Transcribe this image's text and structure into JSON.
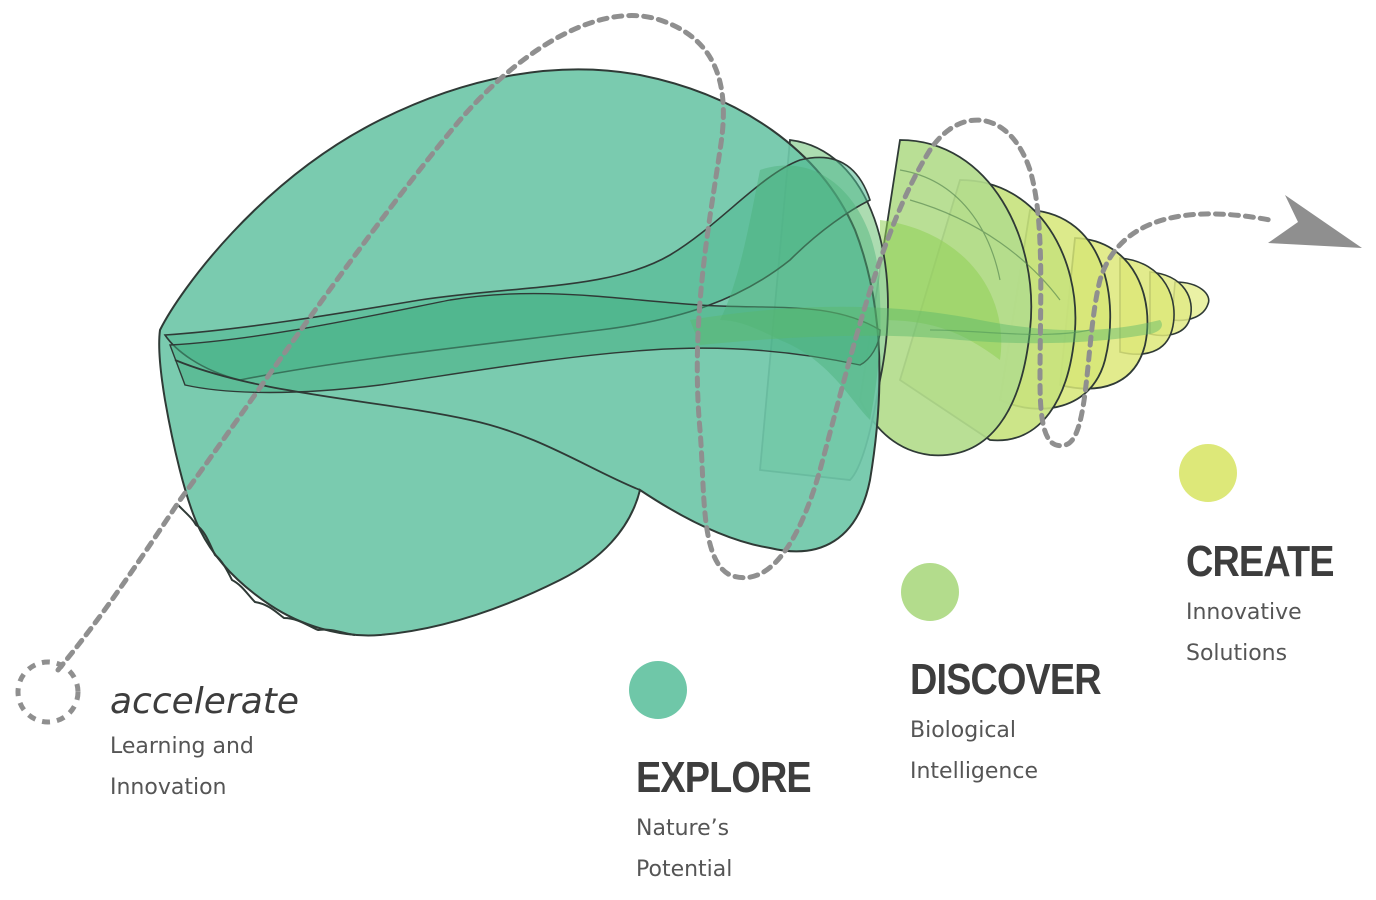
{
  "stages": [
    {
      "heading": "accelerate",
      "sub1": "Learning and",
      "sub2": "Innovation",
      "color": "#ffffff"
    },
    {
      "heading": "EXPLORE",
      "sub1": "Nature’s",
      "sub2": "Potential",
      "color": "#6fc7a8"
    },
    {
      "heading": "DISCOVER",
      "sub1": "Biological",
      "sub2": "Intelligence",
      "color": "#b3dc8c"
    },
    {
      "heading": "CREATE",
      "sub1": "Innovative",
      "sub2": "Solutions",
      "color": "#dde879"
    }
  ],
  "colors": {
    "shell_main": "#6fc7a8",
    "shell_mid": "#b3dc8c",
    "shell_tip": "#dde879",
    "shell_stroke": "#2f3a36",
    "path_dots": "#8f8f8f",
    "arrow": "#8f8f8f",
    "text_heading": "#3d3d3d",
    "text_sub": "#555555"
  }
}
